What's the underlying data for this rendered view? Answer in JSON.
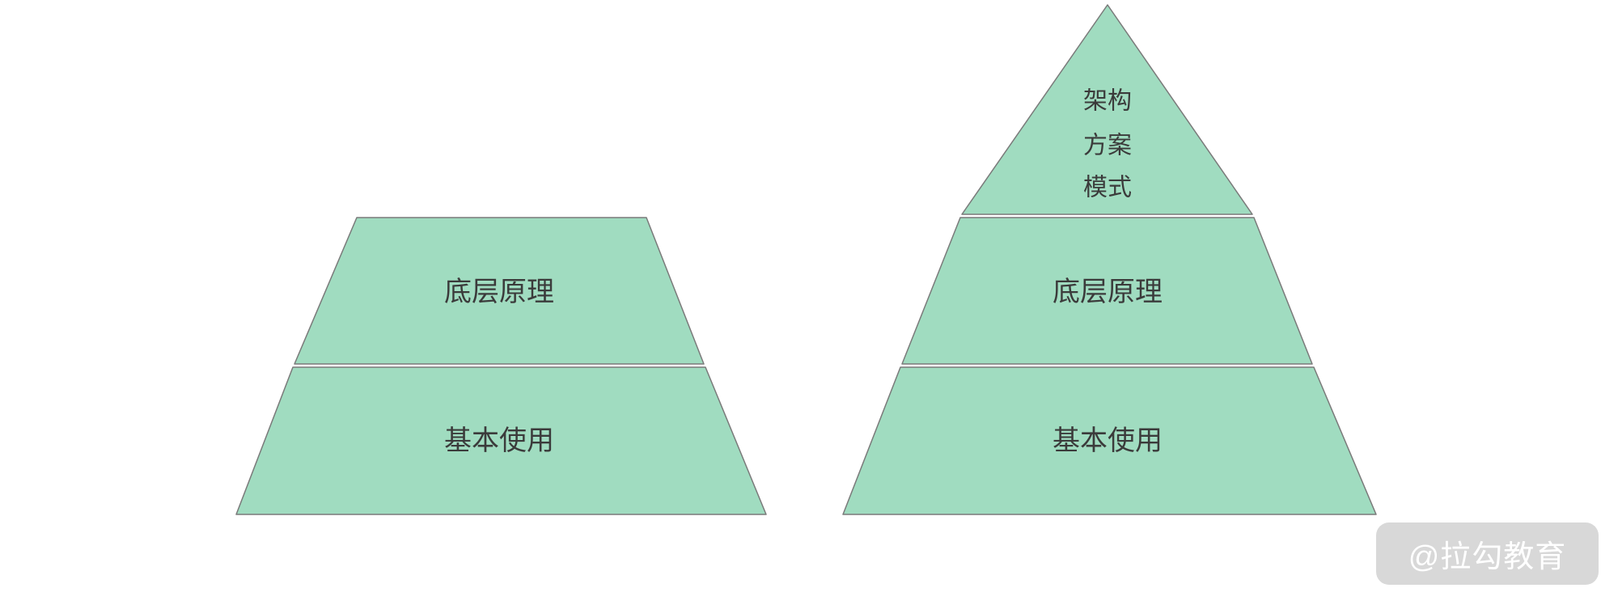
{
  "colors": {
    "shape_fill": "#a0dcc0",
    "shape_stroke": "#7a7a7a",
    "label_color": "#3b3b3b",
    "watermark_bg": "#d8d8d8",
    "watermark_text_color": "#ffffff"
  },
  "left_pyramid": {
    "layers": [
      {
        "label": "底层原理"
      },
      {
        "label": "基本使用"
      }
    ]
  },
  "right_pyramid": {
    "top": {
      "lines": [
        "架构",
        "方案",
        "模式"
      ]
    },
    "layers": [
      {
        "label": "底层原理"
      },
      {
        "label": "基本使用"
      }
    ]
  },
  "watermark": {
    "text": "@拉勾教育"
  }
}
